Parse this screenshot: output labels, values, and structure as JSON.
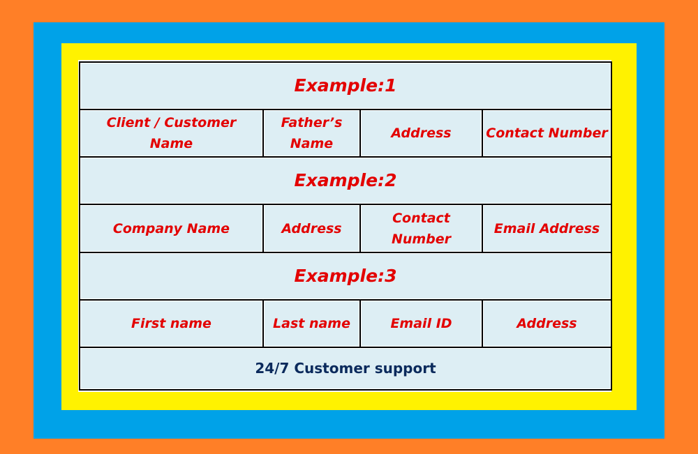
{
  "colors": {
    "outer_border": "#ff7f27",
    "middle_border": "#00a2e8",
    "inner_border": "#fff200",
    "cell_background": "#ddeef4",
    "cell_text": "#e30000",
    "footer_text": "#0b2a5c"
  },
  "examples": [
    {
      "heading": "Example:1",
      "fields": [
        "Client / Customer Name",
        "Father’s Name",
        "Address",
        "Contact Number"
      ]
    },
    {
      "heading": "Example:2",
      "fields": [
        "Company Name",
        "Address",
        "Contact Number",
        "Email Address"
      ]
    },
    {
      "heading": "Example:3",
      "fields": [
        "First name",
        "Last name",
        "Email ID",
        "Address"
      ]
    }
  ],
  "footer": {
    "text": "24/7 Customer support"
  }
}
